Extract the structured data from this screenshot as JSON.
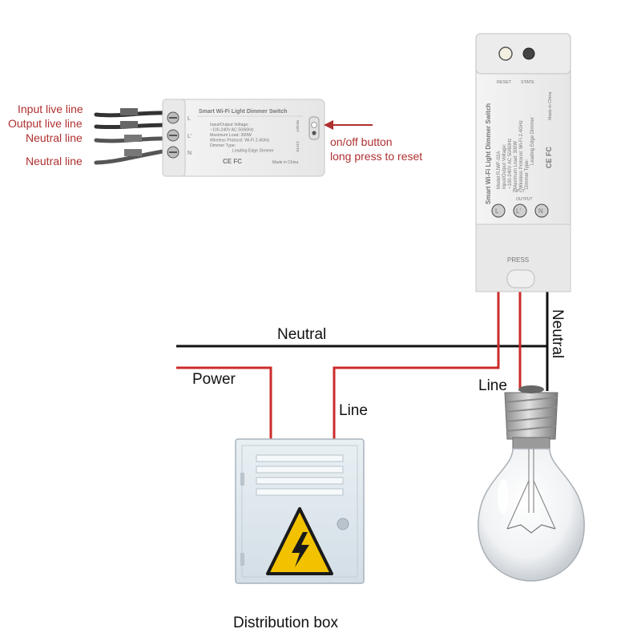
{
  "colors": {
    "live_wire": "#cc2b2b",
    "neutral_wire": "#111111",
    "annotation": "#b03030",
    "box": "#dfe8ee",
    "warning": "#f2c200"
  },
  "top_dimmer": {
    "callouts": {
      "input_live": "Input live line",
      "output_live": "Output live line",
      "neutral_1": "Neutral line",
      "neutral_2": "Neutral line",
      "button_line1": "on/off button",
      "button_line2": "long press to reset"
    },
    "device": {
      "title": "Smart Wi-Fi Light Dimmer Switch",
      "spec_lines": [
        "Input/Output Voltage:",
        "~100-240V AC 50/60Hz",
        "Maximum Load: 300W",
        "Wireless Protocol: Wi-Fi 2.4GHz",
        "Dimmer Type:",
        "Leading Edge Dimmer"
      ],
      "cert": "CE FC",
      "origin": "Made in China",
      "terminals": [
        "L",
        "L'",
        "N"
      ],
      "reset": "RESET",
      "state": "STATE"
    }
  },
  "mounted_dimmer": {
    "title": "Smart Wi-Fi Light Dimmer Switch",
    "spec_lines": [
      "Model:RJWF-02A",
      "Input/Output Voltage:",
      "~100-240V AC 50/60Hz",
      "Maximum Load: 300W",
      "Wireless Protocol: Wi-Fi 2.4GHz",
      "Dimmer Type:",
      "Leading Edge Dimmer"
    ],
    "cert": "CE FC",
    "origin": "Made in China",
    "reset": "RESET",
    "state": "STATE",
    "input": "INPUT",
    "output": "OUTPUT",
    "terminals": [
      "L",
      "L'",
      "N"
    ],
    "press": "PRESS"
  },
  "wiring": {
    "neutral": "Neutral",
    "power": "Power",
    "line_box": "Line",
    "line_bulb": "Line",
    "neutral_vertical": "Neutral"
  },
  "distribution_box": {
    "label": "Distribution box"
  }
}
